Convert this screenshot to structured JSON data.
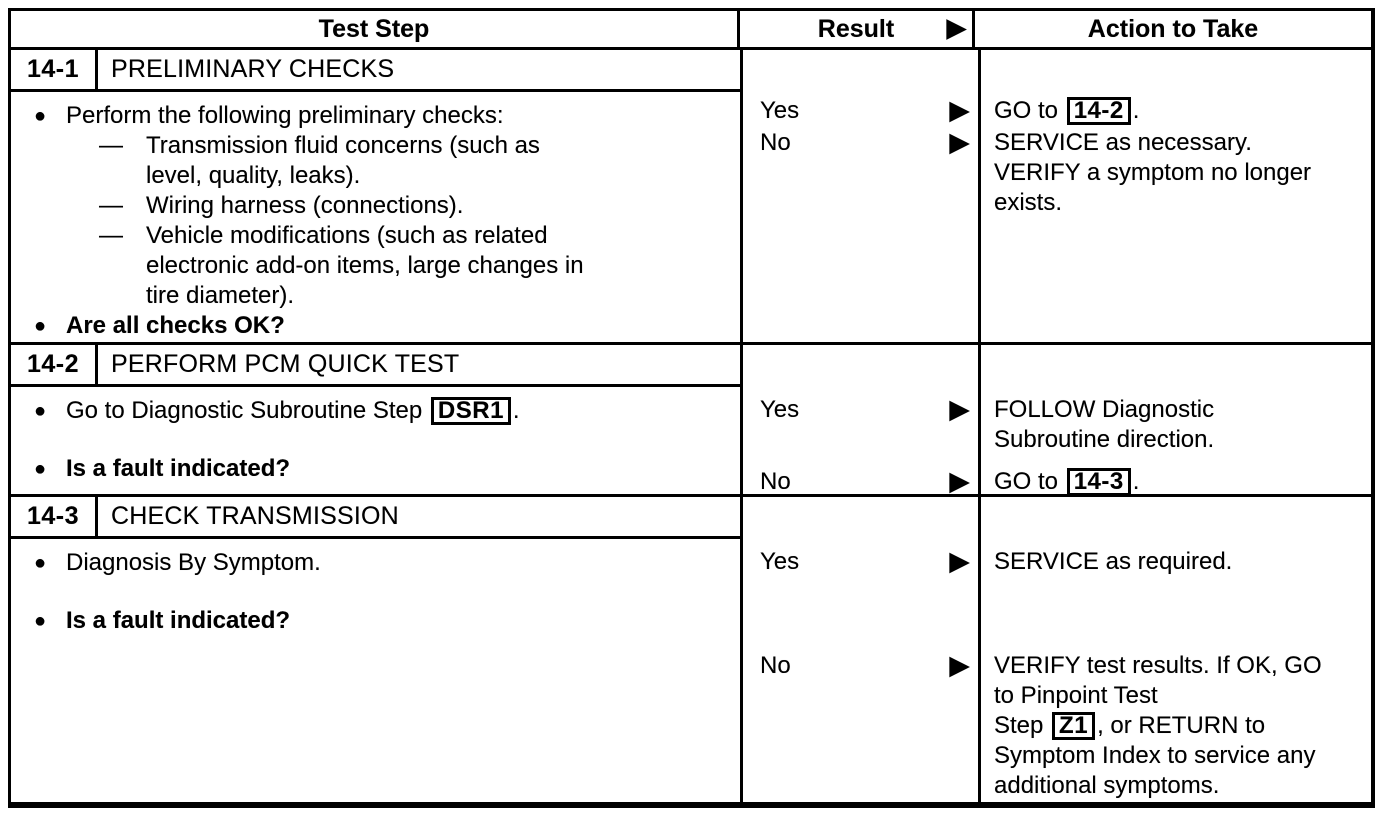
{
  "colors": {
    "ink": "#000000",
    "paper": "#ffffff"
  },
  "icons": {
    "result_arrow": "▶",
    "bullet": "●",
    "dash": "—"
  },
  "header": {
    "test_step": "Test Step",
    "result": "Result",
    "action": "Action to Take"
  },
  "sections": [
    {
      "number": "14-1",
      "title": "PRELIMINARY CHECKS",
      "steps": [
        {
          "marker": "bullet",
          "bold": false,
          "lines": [
            [
              {
                "t": "Perform the following preliminary checks:"
              }
            ]
          ]
        },
        {
          "marker": "dash",
          "bold": false,
          "lines": [
            [
              {
                "t": "Transmission fluid concerns (such as"
              }
            ],
            [
              {
                "t": "level, quality, leaks)."
              }
            ]
          ]
        },
        {
          "marker": "dash",
          "bold": false,
          "lines": [
            [
              {
                "t": "Wiring harness (connections)."
              }
            ]
          ]
        },
        {
          "marker": "dash",
          "bold": false,
          "lines": [
            [
              {
                "t": "Vehicle modifications (such as related"
              }
            ],
            [
              {
                "t": "electronic add-on items, large changes in"
              }
            ],
            [
              {
                "t": "tire diameter)."
              }
            ]
          ]
        },
        {
          "marker": "bullet",
          "bold": true,
          "lines": [
            [
              {
                "t": "Are all checks OK?"
              }
            ]
          ]
        }
      ],
      "outcomes": [
        {
          "label": "Yes",
          "action_lines": [
            [
              {
                "t": "GO to "
              },
              {
                "t": "14-2",
                "box": true
              },
              {
                "t": "."
              }
            ]
          ]
        },
        {
          "label": "No",
          "action_lines": [
            [
              {
                "t": "SERVICE as necessary."
              }
            ],
            [
              {
                "t": "VERIFY a symptom no longer"
              }
            ],
            [
              {
                "t": "exists."
              }
            ]
          ]
        }
      ]
    },
    {
      "number": "14-2",
      "title": "PERFORM PCM QUICK TEST",
      "steps": [
        {
          "marker": "bullet",
          "bold": false,
          "lines": [
            [
              {
                "t": "Go to Diagnostic Subroutine Step "
              },
              {
                "t": "DSR1",
                "box": true
              },
              {
                "t": "."
              }
            ]
          ]
        },
        {
          "marker": "bullet",
          "bold": true,
          "lines": [
            [
              {
                "t": "Is a fault indicated?"
              }
            ]
          ]
        }
      ],
      "outcomes": [
        {
          "label": "Yes",
          "action_lines": [
            [
              {
                "t": "FOLLOW Diagnostic"
              }
            ],
            [
              {
                "t": "Subroutine direction."
              }
            ]
          ]
        },
        {
          "label": "No",
          "action_lines": [
            [
              {
                "t": "GO to "
              },
              {
                "t": "14-3",
                "box": true
              },
              {
                "t": "."
              }
            ]
          ]
        }
      ]
    },
    {
      "number": "14-3",
      "title": "CHECK TRANSMISSION",
      "steps": [
        {
          "marker": "bullet",
          "bold": false,
          "lines": [
            [
              {
                "t": "Diagnosis By Symptom."
              }
            ]
          ]
        },
        {
          "marker": "bullet",
          "bold": true,
          "lines": [
            [
              {
                "t": "Is a fault indicated?"
              }
            ]
          ]
        }
      ],
      "outcomes": [
        {
          "label": "Yes",
          "action_lines": [
            [
              {
                "t": "SERVICE as required."
              }
            ]
          ]
        },
        {
          "label": "No",
          "action_lines": [
            [
              {
                "t": "VERIFY test results. If OK, GO"
              }
            ],
            [
              {
                "t": "to Pinpoint Test"
              }
            ],
            [
              {
                "t": "Step "
              },
              {
                "t": "Z1",
                "box": true
              },
              {
                "t": ", or RETURN to"
              }
            ],
            [
              {
                "t": "Symptom Index to service any"
              }
            ],
            [
              {
                "t": "additional symptoms."
              }
            ]
          ]
        }
      ]
    }
  ]
}
